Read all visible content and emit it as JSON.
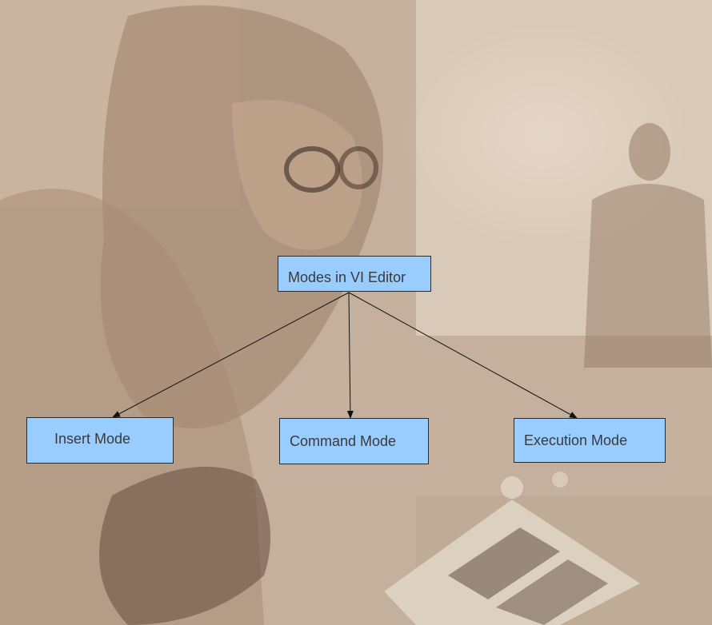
{
  "colors": {
    "box_fill": "#99ccff",
    "background_tone": "#c4ae98",
    "edge": "#111111"
  },
  "diagram": {
    "root": {
      "label": "Modes in VI Editor"
    },
    "children": [
      {
        "label": "Insert Mode"
      },
      {
        "label": "Command Mode"
      },
      {
        "label": "Execution Mode"
      }
    ]
  }
}
